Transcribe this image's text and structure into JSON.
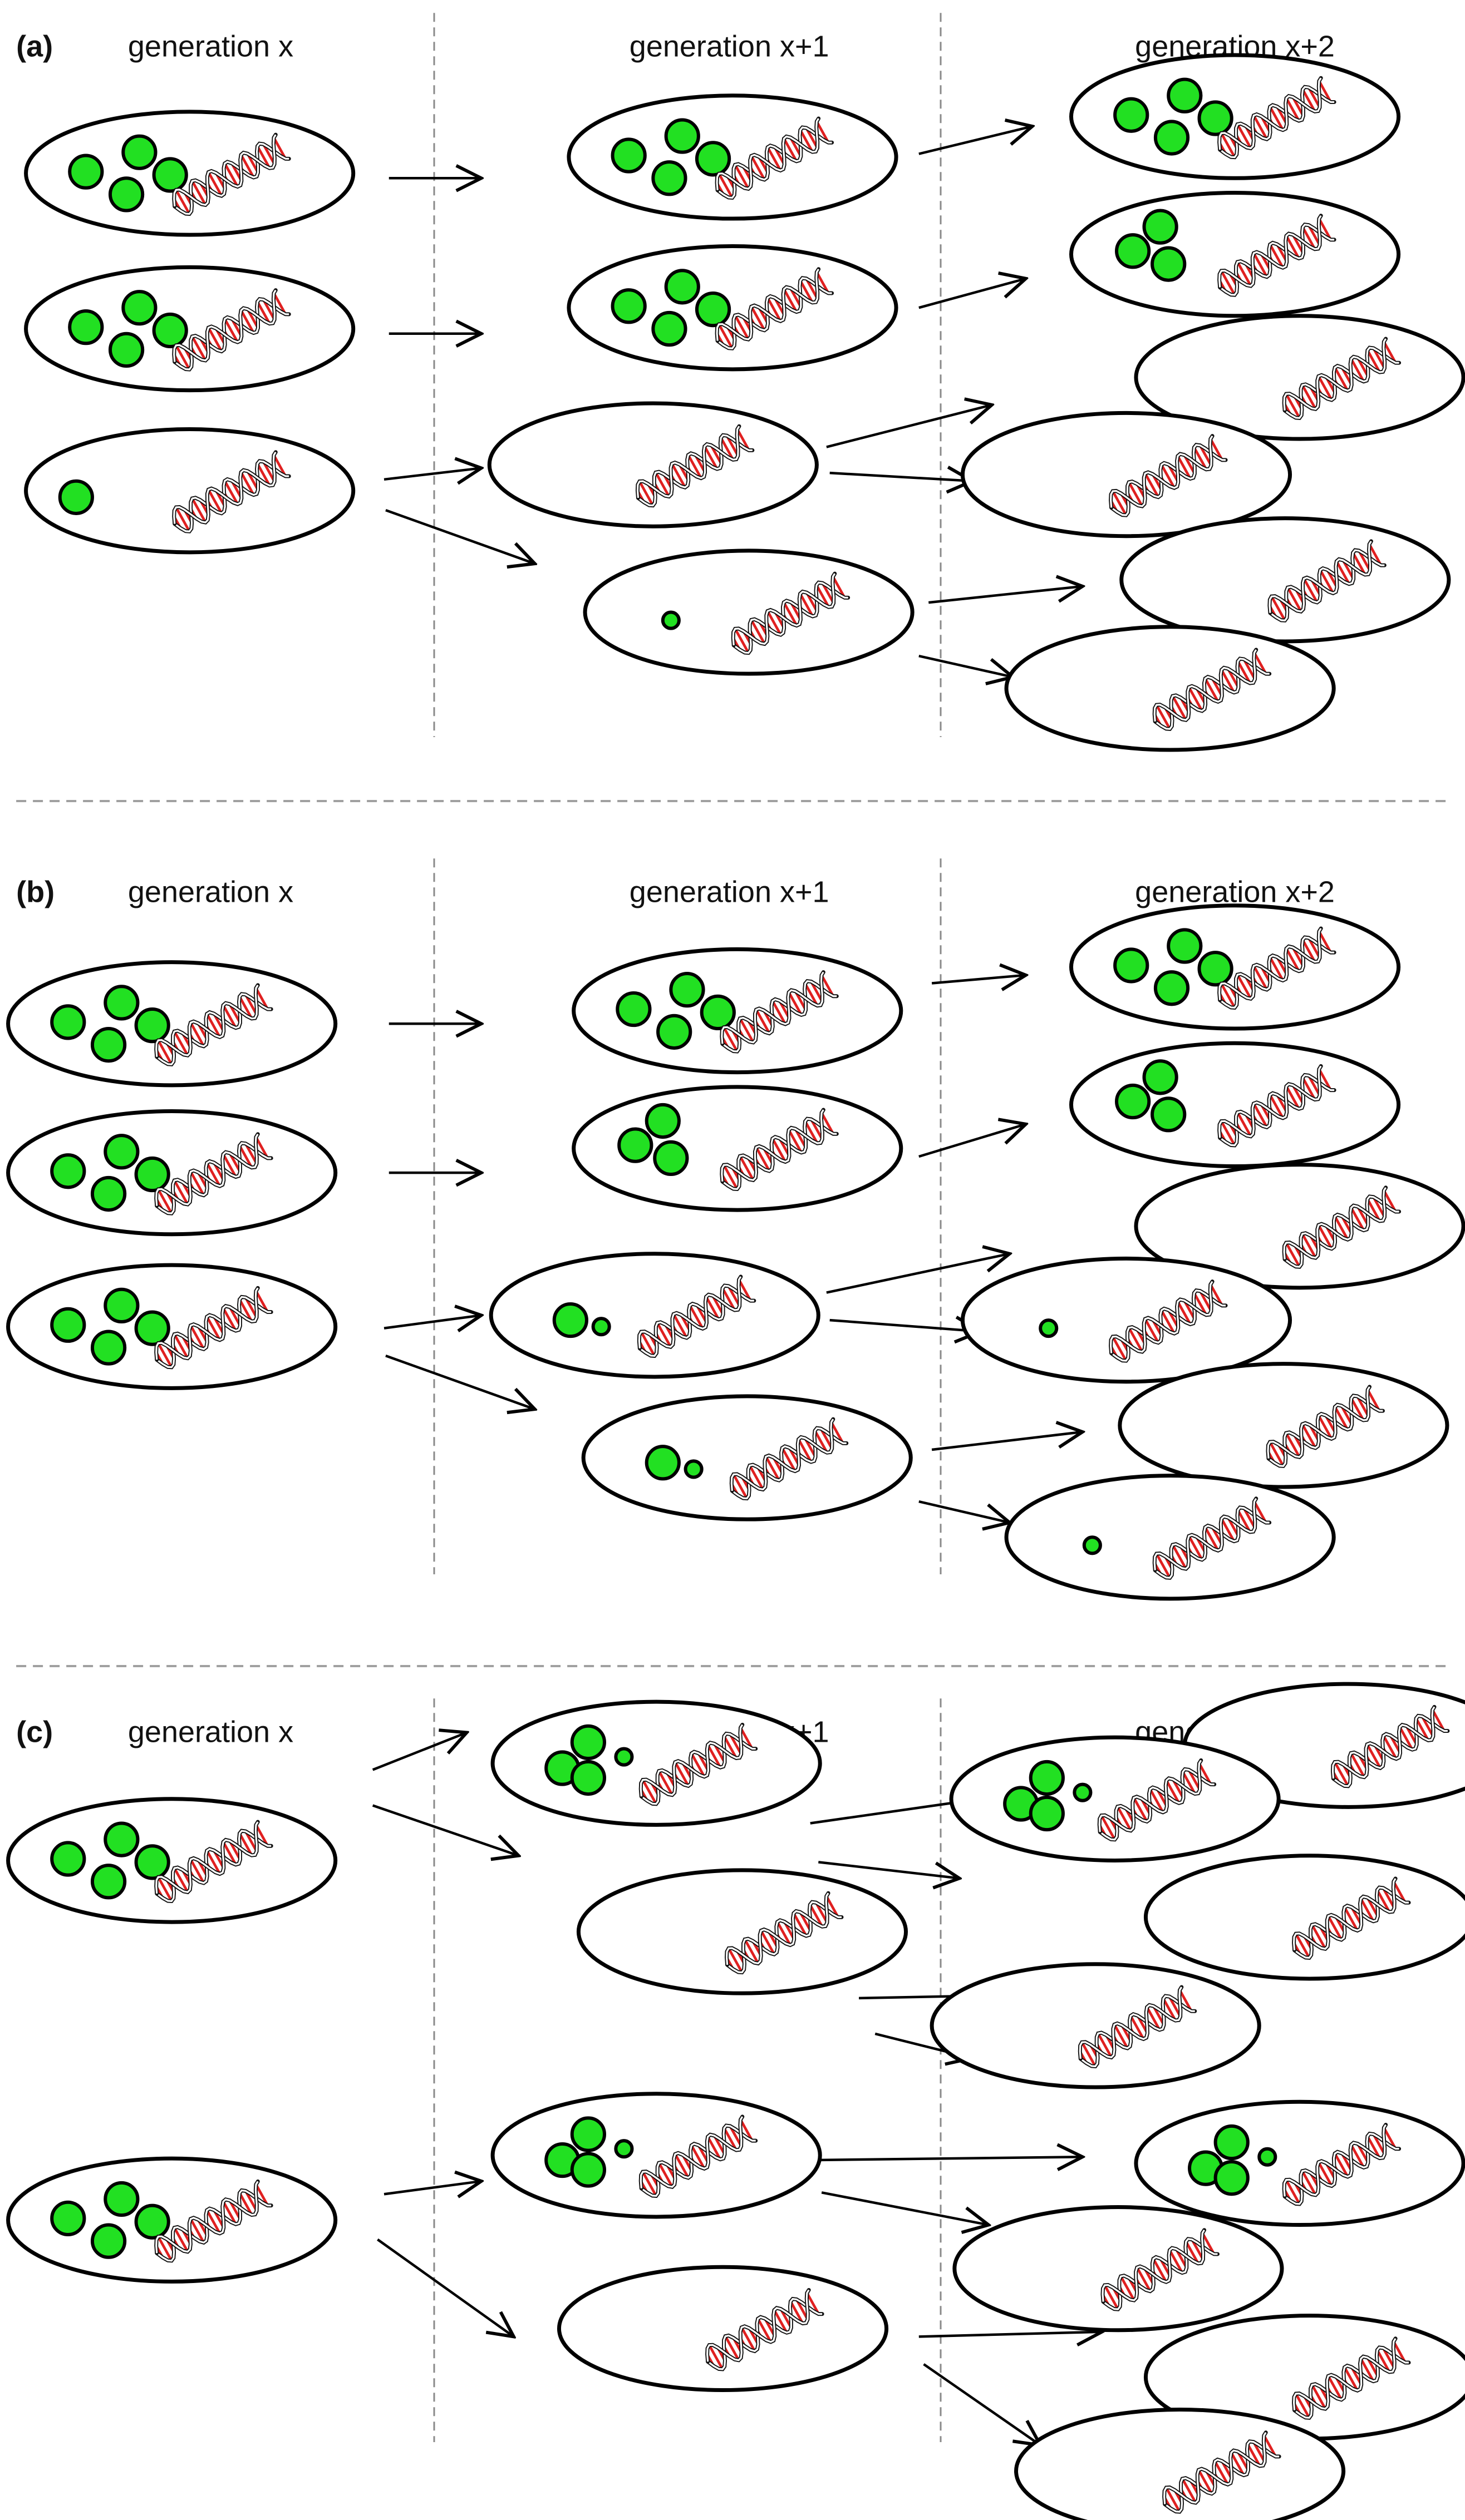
{
  "panels": [
    {
      "label": "(a)",
      "columns": [
        "generation x",
        "generation x+1",
        "generation x+2"
      ],
      "cells": [
        {
          "id": "a0-0",
          "dots": [
            {
              "r": "L"
            },
            {
              "r": "L"
            },
            {
              "r": "L"
            },
            {
              "r": "L"
            }
          ]
        },
        {
          "id": "a0-1",
          "dots": [
            {
              "r": "L"
            },
            {
              "r": "L"
            },
            {
              "r": "L"
            },
            {
              "r": "L"
            }
          ]
        },
        {
          "id": "a0-2",
          "dots": [
            {
              "r": "L"
            }
          ]
        },
        {
          "id": "a1-0",
          "dots": [
            {
              "r": "L"
            },
            {
              "r": "L"
            },
            {
              "r": "L"
            },
            {
              "r": "L"
            }
          ]
        },
        {
          "id": "a1-1",
          "dots": [
            {
              "r": "L"
            },
            {
              "r": "L"
            },
            {
              "r": "L"
            },
            {
              "r": "L"
            }
          ]
        },
        {
          "id": "a1-2",
          "dots": []
        },
        {
          "id": "a1-3",
          "dots": [
            {
              "r": "S"
            }
          ]
        },
        {
          "id": "a2-0",
          "dots": [
            {
              "r": "L"
            },
            {
              "r": "L"
            },
            {
              "r": "L"
            },
            {
              "r": "L"
            }
          ]
        },
        {
          "id": "a2-1",
          "dots": [
            {
              "r": "L"
            },
            {
              "r": "L"
            },
            {
              "r": "L"
            }
          ]
        },
        {
          "id": "a2-2",
          "dots": []
        },
        {
          "id": "a2-3",
          "dots": []
        },
        {
          "id": "a2-4",
          "dots": []
        },
        {
          "id": "a2-5",
          "dots": []
        }
      ]
    },
    {
      "label": "(b)",
      "columns": [
        "generation x",
        "generation x+1",
        "generation x+2"
      ],
      "cells": [
        {
          "id": "b0-0",
          "dots": [
            {
              "r": "L"
            },
            {
              "r": "L"
            },
            {
              "r": "L"
            },
            {
              "r": "L"
            }
          ]
        },
        {
          "id": "b0-1",
          "dots": [
            {
              "r": "L"
            },
            {
              "r": "L"
            },
            {
              "r": "L"
            },
            {
              "r": "L"
            }
          ]
        },
        {
          "id": "b0-2",
          "dots": [
            {
              "r": "L"
            },
            {
              "r": "L"
            },
            {
              "r": "L"
            },
            {
              "r": "L"
            }
          ]
        },
        {
          "id": "b1-0",
          "dots": [
            {
              "r": "L"
            },
            {
              "r": "L"
            },
            {
              "r": "L"
            },
            {
              "r": "L"
            }
          ]
        },
        {
          "id": "b1-1",
          "dots": [
            {
              "r": "L"
            },
            {
              "r": "L"
            },
            {
              "r": "L"
            }
          ]
        },
        {
          "id": "b1-2",
          "dots": [
            {
              "r": "L"
            },
            {
              "r": "S"
            }
          ]
        },
        {
          "id": "b1-3",
          "dots": [
            {
              "r": "L"
            },
            {
              "r": "S"
            }
          ]
        },
        {
          "id": "b2-0",
          "dots": [
            {
              "r": "L"
            },
            {
              "r": "L"
            },
            {
              "r": "L"
            },
            {
              "r": "L"
            }
          ]
        },
        {
          "id": "b2-1",
          "dots": [
            {
              "r": "L"
            },
            {
              "r": "L"
            },
            {
              "r": "L"
            }
          ]
        },
        {
          "id": "b2-2",
          "dots": []
        },
        {
          "id": "b2-3",
          "dots": [
            {
              "r": "S"
            }
          ]
        },
        {
          "id": "b2-4",
          "dots": []
        },
        {
          "id": "b2-5",
          "dots": [
            {
              "r": "S"
            }
          ]
        }
      ]
    },
    {
      "label": "(c)",
      "columns": [
        "generation x",
        "generation x+1",
        "generation x+2"
      ],
      "cells": [
        {
          "id": "c0-0",
          "dots": [
            {
              "r": "L"
            },
            {
              "r": "L"
            },
            {
              "r": "L"
            },
            {
              "r": "L"
            }
          ]
        },
        {
          "id": "c0-1",
          "dots": [
            {
              "r": "L"
            },
            {
              "r": "L"
            },
            {
              "r": "L"
            },
            {
              "r": "L"
            }
          ]
        },
        {
          "id": "c1-0",
          "dots": [
            {
              "r": "L"
            },
            {
              "r": "L"
            },
            {
              "r": "L"
            },
            {
              "r": "S"
            }
          ]
        },
        {
          "id": "c1-1",
          "dots": []
        },
        {
          "id": "c1-2",
          "dots": [
            {
              "r": "L"
            },
            {
              "r": "L"
            },
            {
              "r": "L"
            },
            {
              "r": "S"
            }
          ]
        },
        {
          "id": "c1-3",
          "dots": []
        },
        {
          "id": "c2-0",
          "dots": []
        },
        {
          "id": "c2-1",
          "dots": [
            {
              "r": "L"
            },
            {
              "r": "L"
            },
            {
              "r": "L"
            },
            {
              "r": "S"
            }
          ]
        },
        {
          "id": "c2-2",
          "dots": []
        },
        {
          "id": "c2-3",
          "dots": []
        },
        {
          "id": "c2-4",
          "dots": [
            {
              "r": "L"
            },
            {
              "r": "L"
            },
            {
              "r": "L"
            },
            {
              "r": "S"
            }
          ]
        },
        {
          "id": "c2-5",
          "dots": []
        },
        {
          "id": "c2-6",
          "dots": []
        },
        {
          "id": "c2-7",
          "dots": []
        }
      ]
    }
  ],
  "colors": {
    "cell_outline": "#000000",
    "dot_fill": "#22e022",
    "dot_outline": "#000000",
    "dna_red": "#e02020",
    "separator": "#a0a0a0"
  }
}
